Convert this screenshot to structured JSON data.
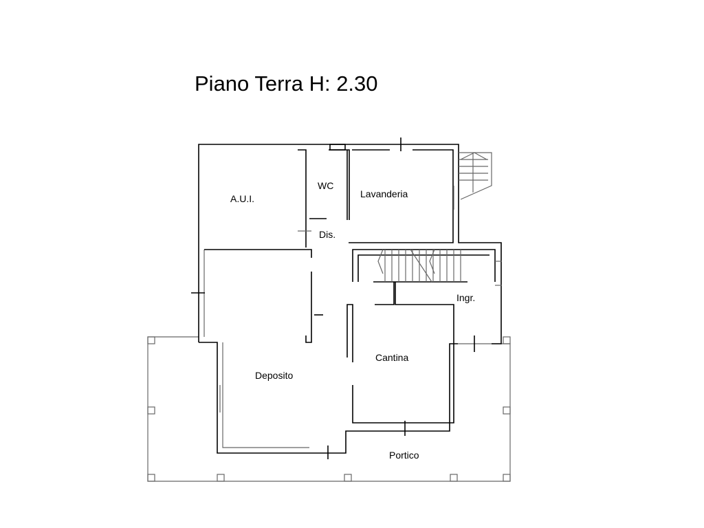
{
  "title": "Piano Terra H: 2.30",
  "rooms": {
    "aui": "A.U.I.",
    "wc": "WC",
    "lavanderia": "Lavanderia",
    "dis": "Dis.",
    "ingr": "Ingr.",
    "cantina": "Cantina",
    "deposito": "Deposito",
    "portico": "Portico"
  }
}
